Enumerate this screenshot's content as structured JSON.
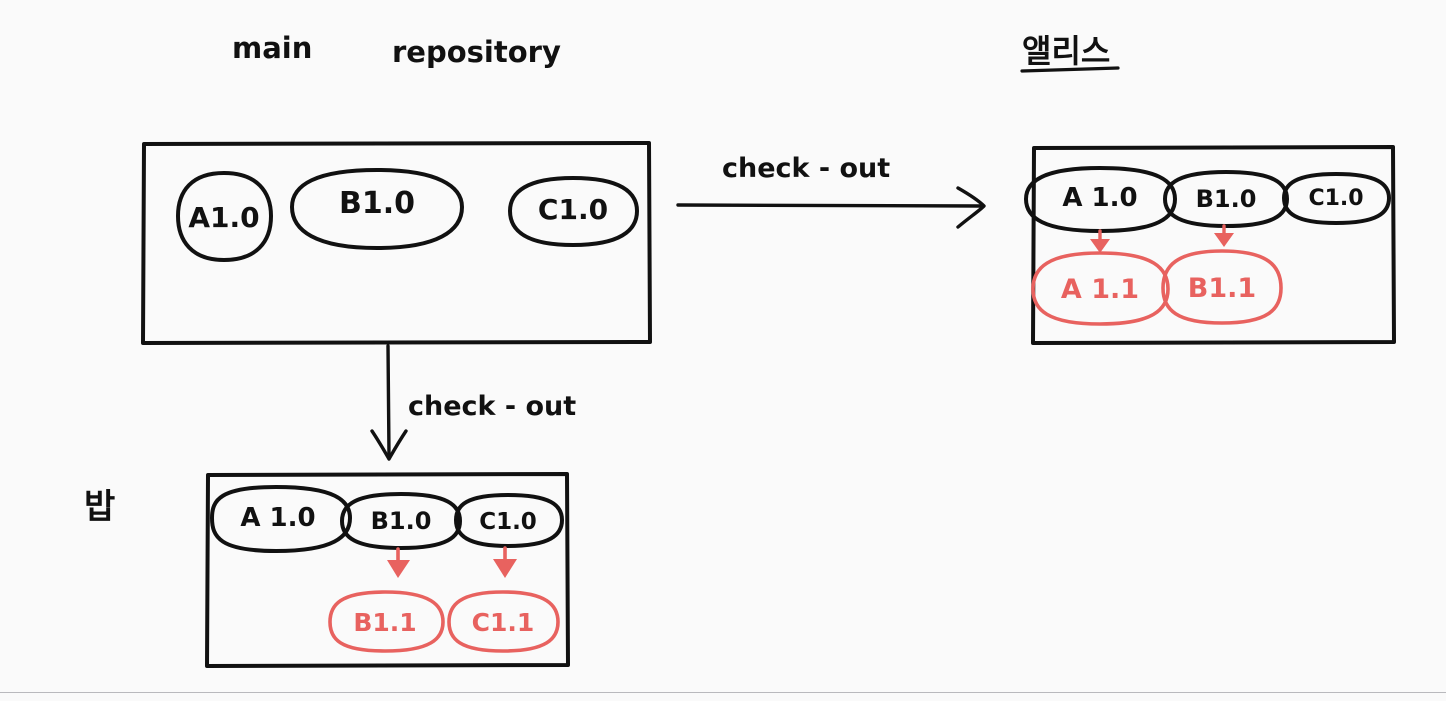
{
  "meta": {
    "background_color": "#fafafa",
    "ink_color": "#111111",
    "accent_color": "#e8625f",
    "rule_color": "#b9b9bd"
  },
  "labels": {
    "main_repository": "main        repository",
    "main_word": "main",
    "repository_word": "repository",
    "alice": "앨리스",
    "bob": "밥"
  },
  "arrows": {
    "to_alice": {
      "label": "check - out",
      "direction": "right"
    },
    "to_bob": {
      "label": "check - out",
      "direction": "down"
    }
  },
  "boxes": {
    "main": {
      "name": "main repository",
      "nodes": [
        {
          "id": "A1.0",
          "label": "A1.0",
          "color": "#111111",
          "shape": "circle"
        },
        {
          "id": "B1.0",
          "label": "B1.0",
          "color": "#111111",
          "shape": "ellipse-wide"
        },
        {
          "id": "C1.0",
          "label": "C1.0",
          "color": "#111111",
          "shape": "ellipse"
        }
      ]
    },
    "alice": {
      "name": "앨리스",
      "nodes": [
        {
          "id": "A1.0",
          "label": "A 1.0",
          "color": "#111111",
          "shape": "ellipse"
        },
        {
          "id": "B1.0",
          "label": "B1.0",
          "color": "#111111",
          "shape": "ellipse"
        },
        {
          "id": "C1.0",
          "label": "C1.0",
          "color": "#111111",
          "shape": "ellipse"
        },
        {
          "id": "A1.1",
          "label": "A 1.1",
          "color": "#e8625f",
          "shape": "ellipse"
        },
        {
          "id": "B1.1",
          "label": "B1.1",
          "color": "#e8625f",
          "shape": "ellipse"
        }
      ],
      "edits": [
        {
          "from": "A1.0",
          "to": "A1.1"
        },
        {
          "from": "B1.0",
          "to": "B1.1"
        }
      ]
    },
    "bob": {
      "name": "밥",
      "nodes": [
        {
          "id": "A1.0",
          "label": "A 1.0",
          "color": "#111111",
          "shape": "ellipse"
        },
        {
          "id": "B1.0",
          "label": "B1.0",
          "color": "#111111",
          "shape": "ellipse"
        },
        {
          "id": "C1.0",
          "label": "C1.0",
          "color": "#111111",
          "shape": "ellipse"
        },
        {
          "id": "B1.1",
          "label": "B1.1",
          "color": "#e8625f",
          "shape": "ellipse"
        },
        {
          "id": "C1.1",
          "label": "C1.1",
          "color": "#e8625f",
          "shape": "ellipse"
        }
      ],
      "edits": [
        {
          "from": "B1.0",
          "to": "B1.1"
        },
        {
          "from": "C1.0",
          "to": "C1.1"
        }
      ]
    }
  }
}
